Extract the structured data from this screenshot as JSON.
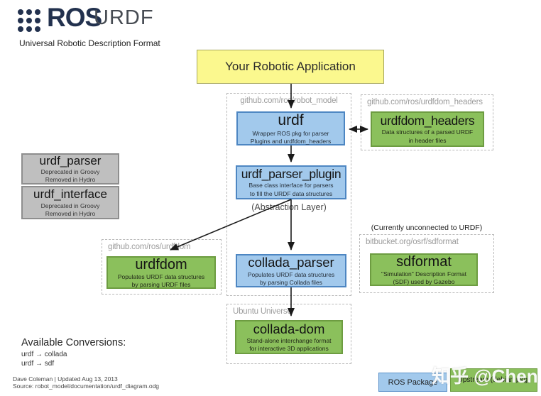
{
  "header": {
    "logo_text": "ROS",
    "title": "URDF",
    "subtitle": "Universal Robotic Description Format"
  },
  "app_box": {
    "label": "Your Robotic Application"
  },
  "containers": {
    "robot_model": "github.com/ros/robot_model",
    "urdfdom_headers": "github.com/ros/urdfdom_headers",
    "urdfdom": "github.com/ros/urdfdom",
    "sdformat": "bitbucket.org/osrf/sdformat",
    "ubuntu": "Ubuntu Universe"
  },
  "nodes": {
    "urdf": {
      "title": "urdf",
      "line1": "Wrapper ROS pkg for parser",
      "line2": "Plugins and urdfdom_headers"
    },
    "urdf_parser_plugin": {
      "title": "urdf_parser_plugin",
      "line1": "Base class interface for parsers",
      "line2": "to fill the URDF data structures"
    },
    "collada_parser": {
      "title": "collada_parser",
      "line1": "Populates URDF data structures",
      "line2": "by parsing Collada files"
    },
    "urdfdom_headers": {
      "title": "urdfdom_headers",
      "line1": "Data structures of a parsed URDF",
      "line2": "in header files"
    },
    "urdfdom": {
      "title": "urdfdom",
      "line1": "Populates URDF data structures",
      "line2": "by parsing URDF files"
    },
    "sdformat": {
      "title": "sdformat",
      "line1": "\"Simulation\" Description Format",
      "line2": "(SDF) used by Gazebo"
    },
    "collada_dom": {
      "title": "collada-dom",
      "line1": "Stand-alone interchange format",
      "line2": "for interactive 3D applications"
    },
    "urdf_parser": {
      "title": "urdf_parser",
      "line1": "Deprecated in Groovy",
      "line2": "Removed in Hydro"
    },
    "urdf_interface": {
      "title": "urdf_interface",
      "line1": "Deprecated in Groovy",
      "line2": "Removed in Hydro"
    }
  },
  "annotations": {
    "abstraction_layer": "(Abstraction Layer)",
    "unconnected": "(Currently unconnected to URDF)"
  },
  "conversions": {
    "heading": "Available Conversions:",
    "items": [
      "urdf → collada",
      "urdf → sdf"
    ]
  },
  "footer": {
    "credit": "Dave Coleman | Updated Aug 13, 2013",
    "source": "Source: robot_model/documentation/urdf_diagram.odg"
  },
  "legend": {
    "ros_package": "ROS Package",
    "upstream": "Upstream (debian pkg)"
  },
  "watermark": "知乎 @Chen",
  "colors": {
    "ros_navy": "#22314E",
    "blue_fill": "#A2C9EC",
    "blue_border": "#4d86c2",
    "green_fill": "#8BC05C",
    "green_border": "#6d9c41",
    "gray_fill": "#BFBFBF",
    "yellow_fill": "#FBF88E"
  }
}
